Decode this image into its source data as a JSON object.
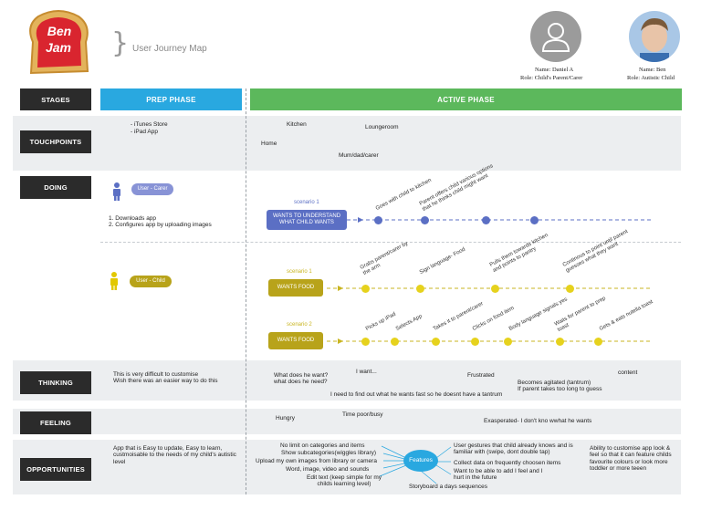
{
  "logo": {
    "line1": "Ben",
    "line2": "Jam"
  },
  "title": "User Journey Map",
  "personas": [
    {
      "name": "Name: Daniel A",
      "role": "Role: Child's Parent/Carer"
    },
    {
      "name": "Name: Ben",
      "role": "Role: Autistic Child"
    }
  ],
  "phases": {
    "stages": "STAGES",
    "prep": "PREP PHASE",
    "active": "ACTIVE PHASE"
  },
  "rows": {
    "touchpoints": "TOUCHPOINTS",
    "doing": "DOING",
    "thinking": "THINKING",
    "feeling": "FEELING",
    "opportunities": "OPPORTUNITIES"
  },
  "touchpoints": {
    "prep": [
      "- iTunes Store",
      "- iPad App"
    ],
    "kitchen": "Kitchen",
    "loungeroom": "Loungeroom",
    "home": "Home",
    "mum": "Mum/dad/carer"
  },
  "doing": {
    "carer_pill": "User - Carer",
    "carer_steps": "1. Downloads app\n2. Configures app by uploading images",
    "child_pill": "User - Child",
    "scenario1_label": "scenario 1",
    "scenario1_box": "WANTS TO UNDERSTAND WHAT CHILD WANTS",
    "scenario1_steps": [
      "Goes with child to kitchen",
      "Parent offers child various options that he thinks child might want"
    ],
    "scenario2_label": "scenario 1",
    "scenario2_box": "WANTS FOOD",
    "scenario2_steps": [
      "Grabs parent/carer by the arm",
      "Sign language- Food",
      "Pulls them towards kitchen and points to pantry",
      "Continous to point until parent guesses what they want"
    ],
    "scenario3_label": "scenario 2",
    "scenario3_box": "WANTS FOOD",
    "scenario3_steps": [
      "Picks up iPad",
      "Selects App",
      "Takes it to parent/carer",
      "Clicks on food item",
      "Body language signals yes",
      "Waits for parent to prep toast",
      "Gets & eats nutella toast"
    ]
  },
  "thinking": {
    "prep": "This is very difficult to customise\nWish there was an easier way to do this",
    "want": "What does he want?\nwhat does he need?",
    "iwant": "I want...",
    "frustrated": "Frustrated",
    "content": "content",
    "agitated": "Becomes agitated (tantrum)\nIf parent takes too long to guess",
    "needfind": "I need to find out what he wants fast so he doesnt have a tantrum"
  },
  "feeling": {
    "hungry": "Hungry",
    "timepoor": "Time poor/busy",
    "exasperated": "Exasperated- I don't kno wwhat he wants"
  },
  "opportunities": {
    "prep": "App that is Easy to update, Easy to learn, custmoisable to the needs of my child's autistic level",
    "center": "Features",
    "left": [
      "No limit on categories and items",
      "Show subcategories(wiggles library)",
      "Upload my own images from library or camera",
      "Word, image, video and sounds",
      "Edit text (keep simple for my childs learning level)"
    ],
    "right": [
      "User gestures that child already knows and is familiar with (swipe, dont double tap)",
      "Collect data on frequently choosen items",
      "Want to be able to add I feel and I hurt in the future",
      "Storyboard a days sequences"
    ],
    "far": "Ability to customise app look & feel so that it can feature childs favourite colours or look more toddler or more teeen"
  },
  "colors": {
    "prep": "#29a8e0",
    "active": "#5cb85c",
    "blue": "#5b6fc4",
    "olive": "#c9b520",
    "stage": "#2b2b2b"
  }
}
